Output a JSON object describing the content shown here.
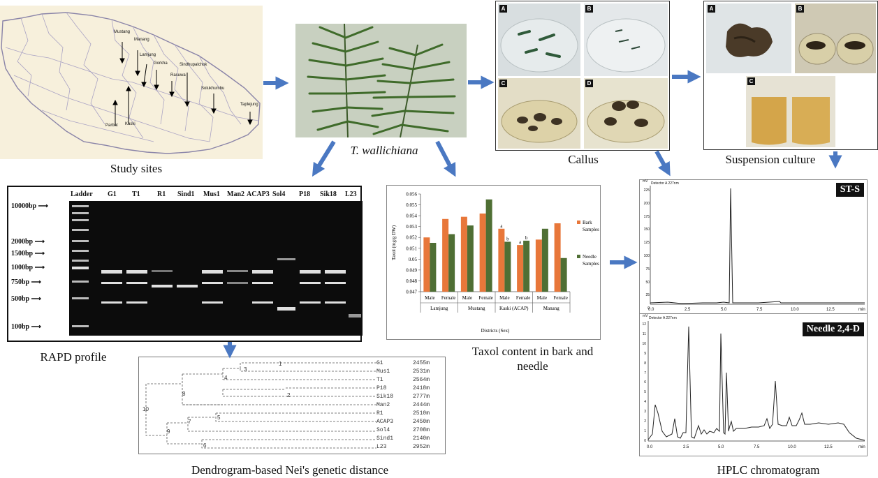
{
  "captions": {
    "study_sites": "Study sites",
    "species": "T. wallichiana",
    "callus": "Callus",
    "suspension": "Suspension culture",
    "rapd": "RAPD profile",
    "taxol_line1": "Taxol content in bark and",
    "taxol_line2": "needle",
    "dendrogram": "Dendrogram-based Nei's genetic distance",
    "hplc": "HPLC chromatogram"
  },
  "map": {
    "locations": [
      "Mustang",
      "Manang",
      "Lamjung",
      "Gorkha",
      "Sindhupalchok",
      "Rasuwa",
      "Solukhumbu",
      "Taplejung",
      "Parbat",
      "Kaski"
    ]
  },
  "callus_panels": [
    "A",
    "B",
    "C",
    "D"
  ],
  "suspension_panels": [
    "A",
    "B",
    "C"
  ],
  "gel": {
    "lanes": [
      "Ladder",
      "G1",
      "T1",
      "R1",
      "Sind1",
      "Mus1",
      "Man2",
      "ACAP3",
      "Sol4",
      "P18",
      "Sik18",
      "L23"
    ],
    "markers": [
      "10000bp",
      "2000bp",
      "1500bp",
      "1000bp",
      "750bp",
      "500bp",
      "100bp"
    ]
  },
  "chart_data": {
    "type": "bar",
    "title": "",
    "ylabel": "Taxol (mg/g DW)",
    "xlabel": "Districts (Sex)",
    "ylim": [
      0.047,
      0.056
    ],
    "yticks": [
      "0.056",
      "0.055",
      "0.054",
      "0.053",
      "0.052",
      "0.051",
      "0.05",
      "0.049",
      "0.048",
      "0.047"
    ],
    "categories": [
      "Male",
      "Female",
      "Male",
      "Female",
      "Male",
      "Female",
      "Male",
      "Female"
    ],
    "groups": [
      "Lamjung",
      "Mustang",
      "Kaski (ACAP)",
      "Manang"
    ],
    "series": [
      {
        "name": "Bark Samples",
        "color": "#e8773a",
        "values": [
          0.052,
          0.0537,
          0.0539,
          0.0542,
          0.0528,
          0.0513,
          0.0518,
          0.0533
        ]
      },
      {
        "name": "Needle Samples",
        "color": "#4f6f34",
        "values": [
          0.0515,
          0.0523,
          0.0531,
          0.0555,
          0.0516,
          0.0517,
          0.0528,
          0.0501
        ]
      }
    ],
    "annotations": [
      {
        "category_index": 4,
        "series": 0,
        "text": "a"
      },
      {
        "category_index": 4,
        "series": 1,
        "text": "b"
      },
      {
        "category_index": 5,
        "series": 0,
        "text": "a"
      },
      {
        "category_index": 5,
        "series": 1,
        "text": "b"
      }
    ],
    "legend": [
      "Bark",
      "Samples",
      "Needle",
      "Samples"
    ]
  },
  "dendrogram": {
    "leaves": [
      {
        "name": "G1",
        "alt": "2455m"
      },
      {
        "name": "Mus1",
        "alt": "2531m"
      },
      {
        "name": "T1",
        "alt": "2564m"
      },
      {
        "name": "P18",
        "alt": "2418m"
      },
      {
        "name": "Sik18",
        "alt": "2777m"
      },
      {
        "name": "Man2",
        "alt": "2444m"
      },
      {
        "name": "R1",
        "alt": "2510m"
      },
      {
        "name": "ACAP3",
        "alt": "2450m"
      },
      {
        "name": "Sol4",
        "alt": "2708m"
      },
      {
        "name": "Sind1",
        "alt": "2140m"
      },
      {
        "name": "L23",
        "alt": "2952m"
      }
    ],
    "nodes": [
      "1",
      "2",
      "3",
      "4",
      "5",
      "6",
      "7",
      "8",
      "9",
      "10"
    ]
  },
  "hplc": {
    "top_label": "ST-S",
    "bottom_label": "Needle 2,4-D",
    "unit": "mV",
    "detector": "Detector A 227nm",
    "xaxis": "min",
    "top_yticks": [
      "225",
      "200",
      "175",
      "150",
      "125",
      "100",
      "75",
      "50",
      "25",
      "0"
    ],
    "bottom_yticks": [
      "12",
      "11",
      "10",
      "9",
      "8",
      "7",
      "6",
      "5",
      "4",
      "3",
      "2",
      "1",
      "0"
    ],
    "xticks": [
      "0.0",
      "2.5",
      "5.0",
      "7.5",
      "10.0",
      "12.5"
    ]
  }
}
